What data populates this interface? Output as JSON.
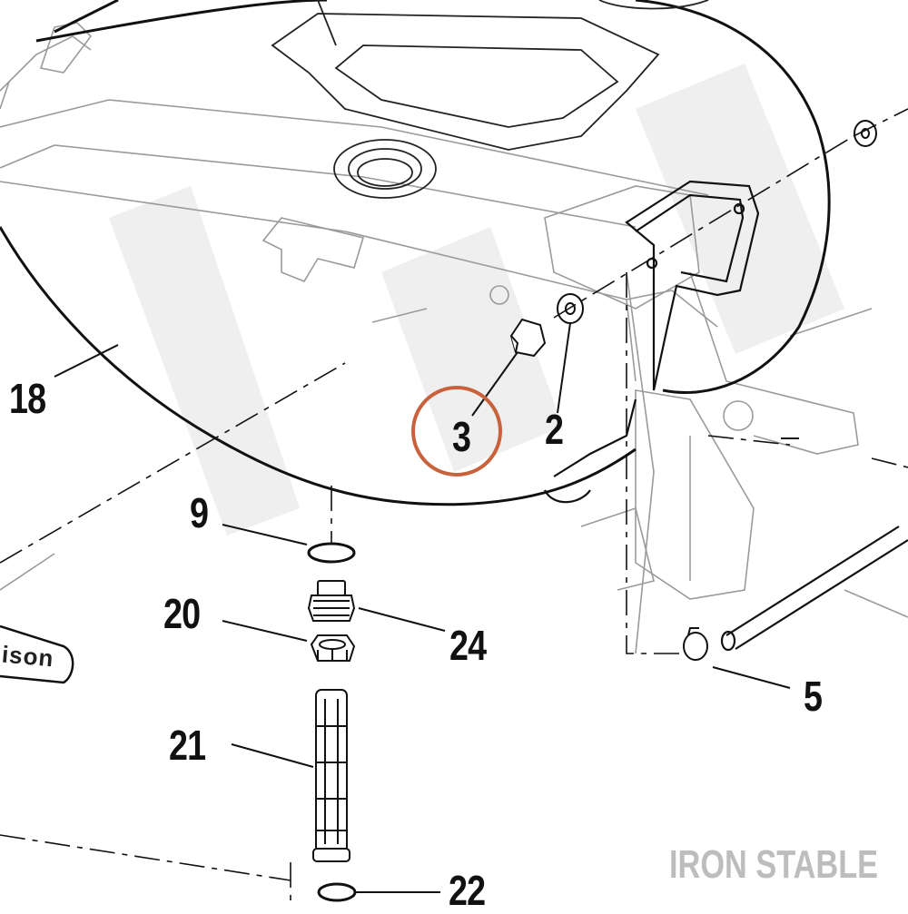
{
  "callouts": {
    "c18": "18",
    "c3": "3",
    "c2": "2",
    "c9": "9",
    "c20": "20",
    "c24": "24",
    "c5": "5",
    "c21": "21",
    "c22": "22"
  },
  "decal_text": "ison",
  "watermark": "IRON STABLE",
  "colors": {
    "line": "#111111",
    "faint_line": "#9a9a9a",
    "highlight": "#c8623c",
    "watermark": "#bdbdbd"
  }
}
